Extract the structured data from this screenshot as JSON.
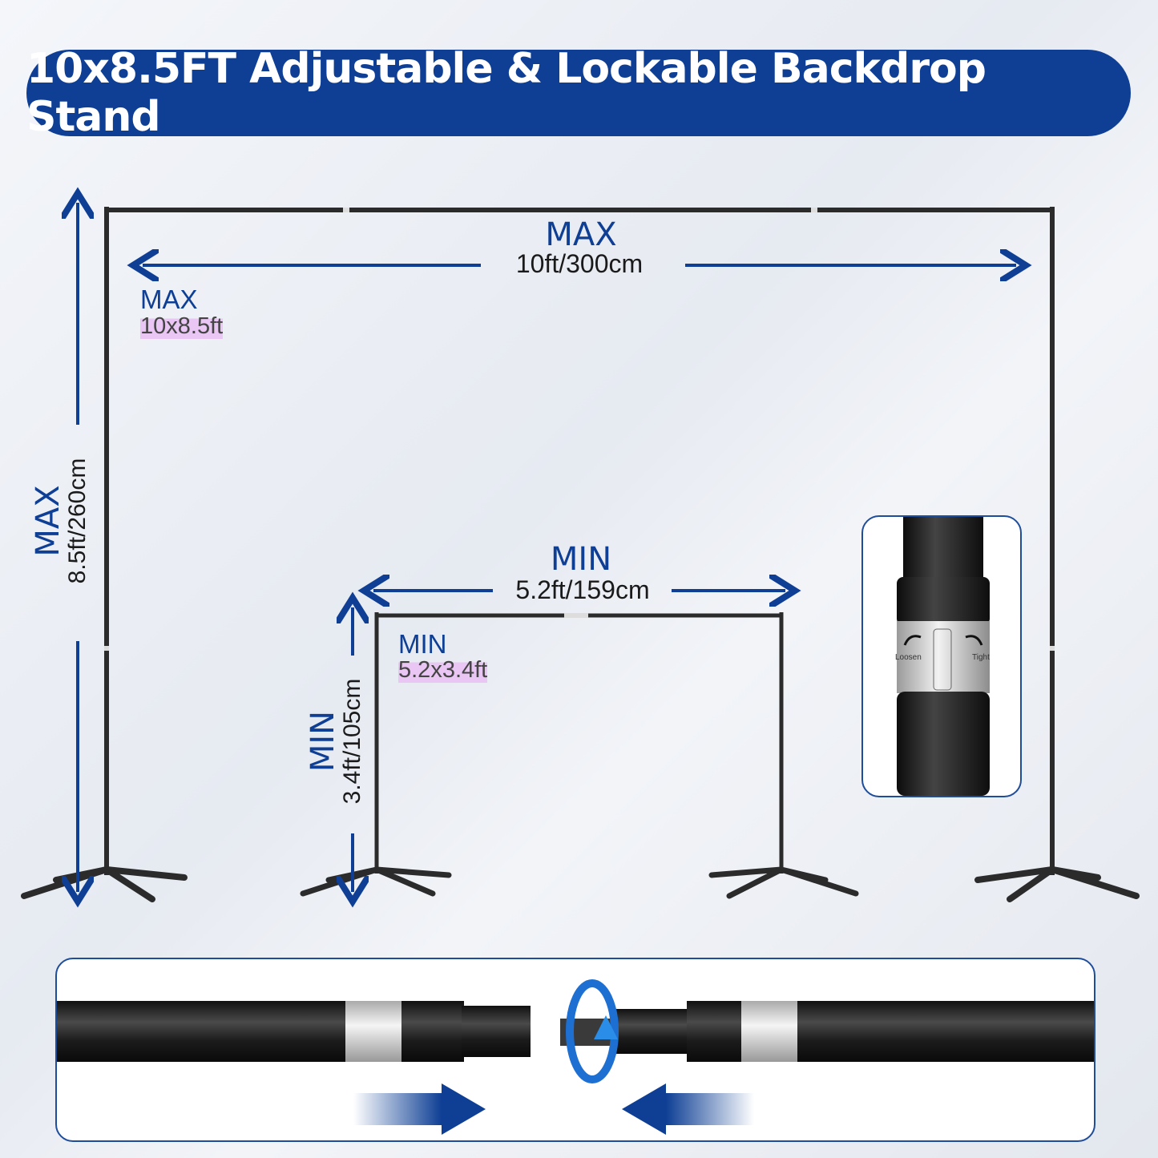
{
  "title": "10x8.5FT Adjustable & Lockable Backdrop Stand",
  "max": {
    "width_label": "MAX",
    "width_value": "10ft/300cm",
    "height_label": "MAX",
    "height_value": "8.5ft/260cm",
    "size_label": "MAX",
    "size_value": "10x8.5ft"
  },
  "min": {
    "width_label": "MIN",
    "width_value": "5.2ft/159cm",
    "height_label": "MIN",
    "height_value": "3.4ft/105cm",
    "size_label": "MIN",
    "size_value": "5.2x3.4ft"
  },
  "lock_detail": {
    "loosen": "Loosen",
    "tighten": "Tight"
  },
  "colors": {
    "accent": "#0e3f95",
    "highlight": "#e9c6f3",
    "pole": "#2a2a2a"
  }
}
